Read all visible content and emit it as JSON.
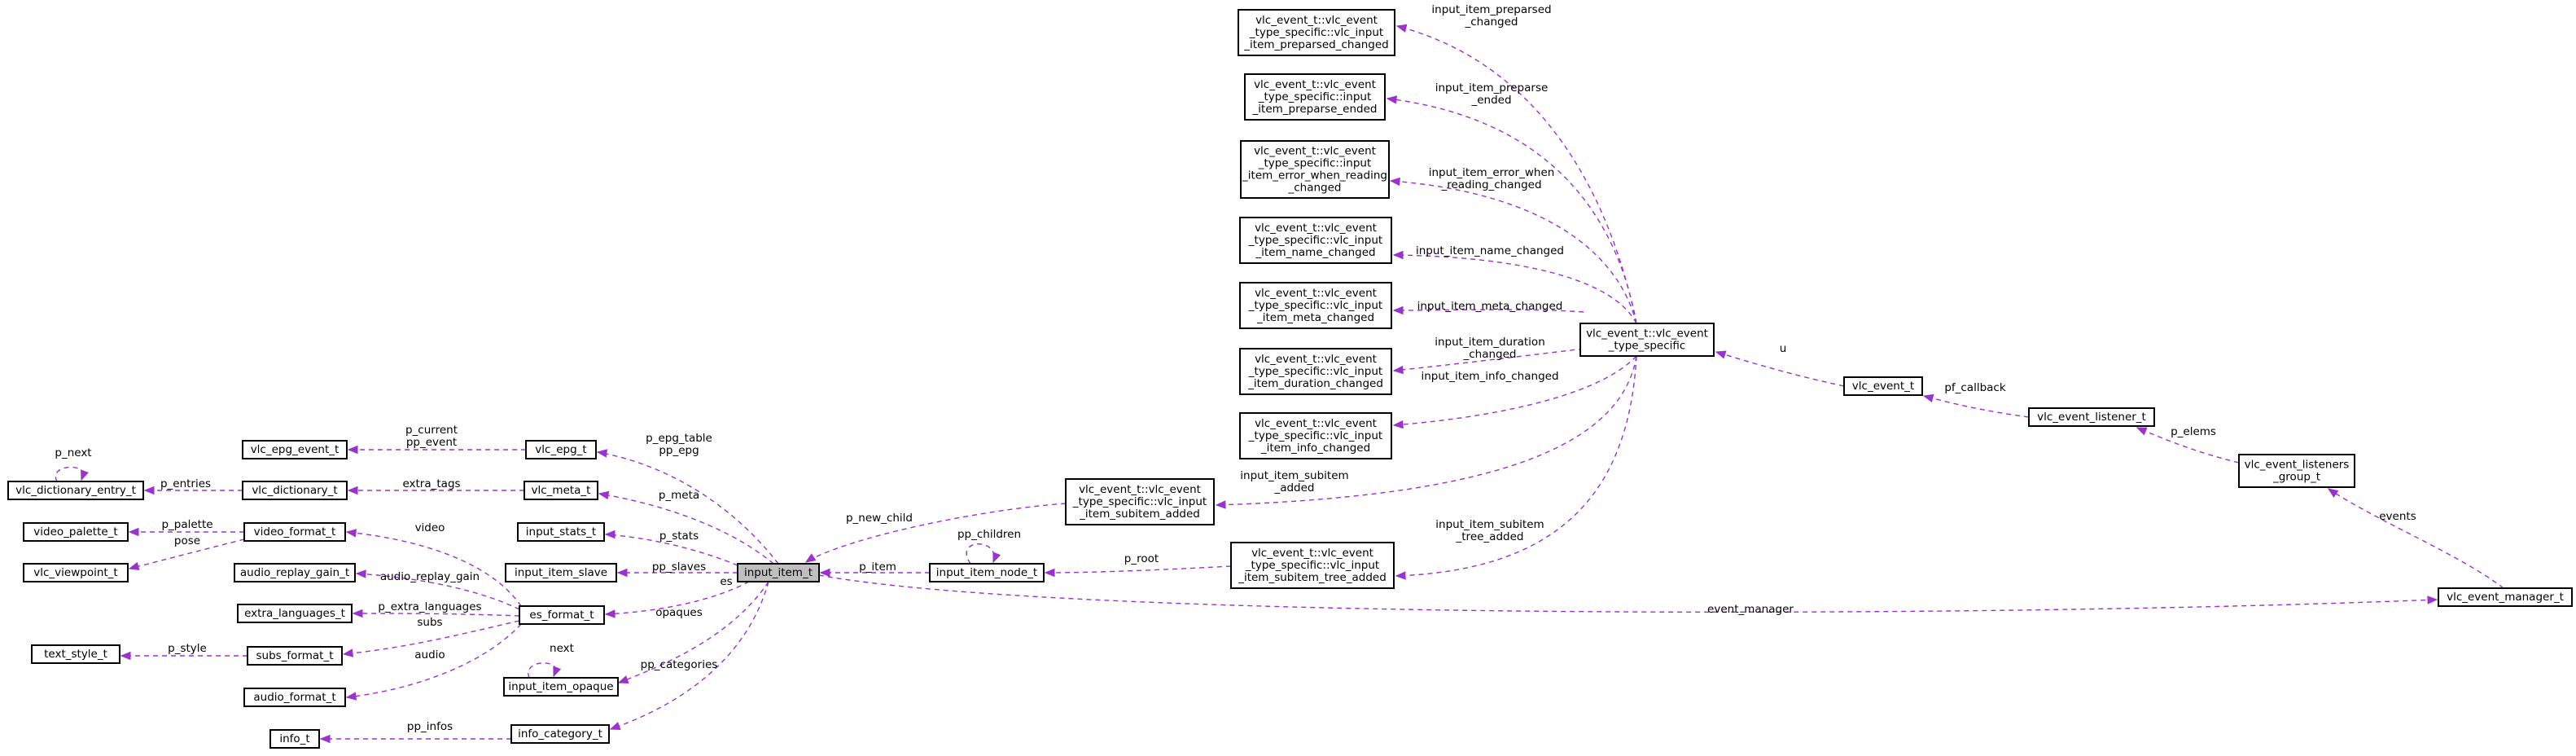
{
  "nodes": {
    "input_item_t": [
      "input_item_t"
    ],
    "ev_preparsed": [
      "vlc_event_t::vlc_event",
      "_type_specific::vlc_input",
      "_item_preparsed_changed"
    ],
    "ev_preparse_ended": [
      "vlc_event_t::vlc_event",
      "_type_specific::input",
      "_item_preparse_ended"
    ],
    "ev_error_when_reading": [
      "vlc_event_t::vlc_event",
      "_type_specific::input",
      "_item_error_when_reading",
      "_changed"
    ],
    "ev_name_changed": [
      "vlc_event_t::vlc_event",
      "_type_specific::vlc_input",
      "_item_name_changed"
    ],
    "ev_meta_changed": [
      "vlc_event_t::vlc_event",
      "_type_specific::vlc_input",
      "_item_meta_changed"
    ],
    "ev_duration_changed": [
      "vlc_event_t::vlc_event",
      "_type_specific::vlc_input",
      "_item_duration_changed"
    ],
    "ev_info_changed": [
      "vlc_event_t::vlc_event",
      "_type_specific::vlc_input",
      "_item_info_changed"
    ],
    "ev_subitem_added": [
      "vlc_event_t::vlc_event",
      "_type_specific::vlc_input",
      "_item_subitem_added"
    ],
    "ev_subitem_tree_added": [
      "vlc_event_t::vlc_event",
      "_type_specific::vlc_input",
      "_item_subitem_tree_added"
    ],
    "ev_type_specific": [
      "vlc_event_t::vlc_event",
      "_type_specific"
    ],
    "vlc_event_t": [
      "vlc_event_t"
    ],
    "vlc_event_listener_t": [
      "vlc_event_listener_t"
    ],
    "vlc_event_listeners_group_t": [
      "vlc_event_listeners",
      "_group_t"
    ],
    "vlc_event_manager_t": [
      "vlc_event_manager_t"
    ],
    "input_item_node_t": [
      "input_item_node_t"
    ],
    "vlc_epg_event_t": [
      "vlc_epg_event_t"
    ],
    "vlc_epg_t": [
      "vlc_epg_t"
    ],
    "vlc_dictionary_entry_t": [
      "vlc_dictionary_entry_t"
    ],
    "vlc_dictionary_t": [
      "vlc_dictionary_t"
    ],
    "vlc_meta_t": [
      "vlc_meta_t"
    ],
    "video_palette_t": [
      "video_palette_t"
    ],
    "video_format_t": [
      "video_format_t"
    ],
    "input_stats_t": [
      "input_stats_t"
    ],
    "vlc_viewpoint_t": [
      "vlc_viewpoint_t"
    ],
    "audio_replay_gain_t": [
      "audio_replay_gain_t"
    ],
    "input_item_slave": [
      "input_item_slave"
    ],
    "extra_languages_t": [
      "extra_languages_t"
    ],
    "es_format_t": [
      "es_format_t"
    ],
    "text_style_t": [
      "text_style_t"
    ],
    "subs_format_t": [
      "subs_format_t"
    ],
    "audio_format_t": [
      "audio_format_t"
    ],
    "input_item_opaque": [
      "input_item_opaque"
    ],
    "info_t": [
      "info_t"
    ],
    "info_category_t": [
      "info_category_t"
    ]
  },
  "edges": {
    "input_item_preparsed": [
      "input_item_preparsed",
      "_changed"
    ],
    "input_item_preparse": [
      "input_item_preparse",
      "_ended"
    ],
    "input_item_error_when": [
      "input_item_error_when",
      "_reading_changed"
    ],
    "input_item_name_changed": [
      "input_item_name_changed"
    ],
    "input_item_meta_changed": [
      "input_item_meta_changed"
    ],
    "input_item_duration": [
      "input_item_duration",
      "_changed"
    ],
    "input_item_info_changed": [
      "input_item_info_changed"
    ],
    "input_item_subitem": [
      "input_item_subitem",
      "_added"
    ],
    "input_item_subitem_tree": [
      "input_item_subitem",
      "_tree_added"
    ],
    "u": [
      "u"
    ],
    "pf_callback": [
      "pf_callback"
    ],
    "p_elems": [
      "p_elems"
    ],
    "events": [
      "events"
    ],
    "event_manager": [
      "event_manager"
    ],
    "p_new_child": [
      "p_new_child"
    ],
    "p_root": [
      "p_root"
    ],
    "pp_children": [
      "pp_children"
    ],
    "p_item": [
      "p_item"
    ],
    "p_current_pp_event": [
      "p_current",
      "pp_event"
    ],
    "p_epg_table_pp_epg": [
      "p_epg_table",
      "pp_epg"
    ],
    "p_next": [
      "p_next"
    ],
    "p_entries": [
      "p_entries"
    ],
    "extra_tags": [
      "extra_tags"
    ],
    "p_meta": [
      "p_meta"
    ],
    "p_palette": [
      "p_palette"
    ],
    "pose": [
      "pose"
    ],
    "video": [
      "video"
    ],
    "p_stats": [
      "p_stats"
    ],
    "audio_replay_gain": [
      "audio_replay_gain"
    ],
    "pp_slaves": [
      "pp_slaves"
    ],
    "p_extra_languages": [
      "p_extra_languages"
    ],
    "subs": [
      "subs"
    ],
    "es": [
      "es"
    ],
    "p_style": [
      "p_style"
    ],
    "audio": [
      "audio"
    ],
    "next": [
      "next"
    ],
    "opaques": [
      "opaques"
    ],
    "pp_infos": [
      "pp_infos"
    ],
    "pp_categories": [
      "pp_categories"
    ]
  },
  "colors": {
    "edge": "#9a32cd",
    "focus_fill": "#bfbfbf",
    "node_stroke": "#000000"
  }
}
